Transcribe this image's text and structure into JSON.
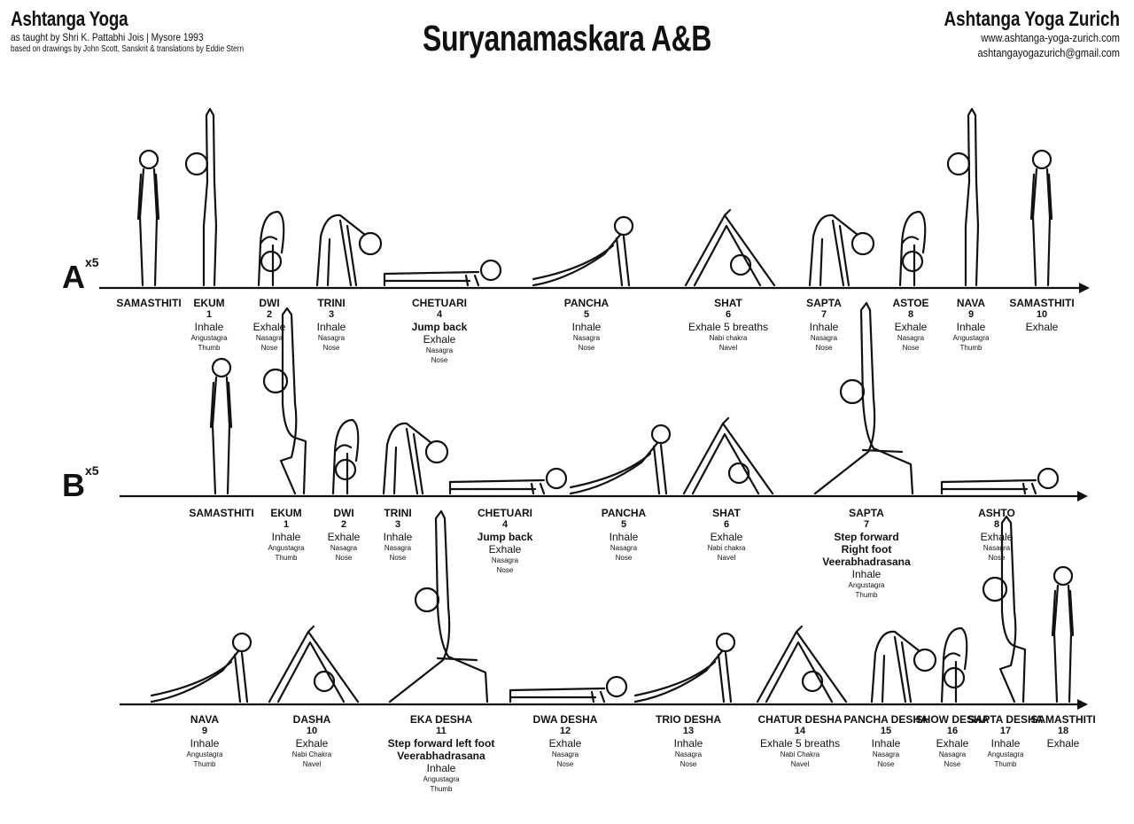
{
  "header": {
    "left_title": "Ashtanga Yoga",
    "left_sub1": "as taught by Shri K. Pattabhi Jois | Mysore 1993",
    "left_sub2": "based on drawings by John Scott, Sanskrit & translations by Eddie Stern",
    "title": "Suryanamaskara A&B",
    "right_title": "Ashtanga Yoga Zurich",
    "right_url": "www.ashtanga-yoga-zurich.com",
    "right_email": "ashtangayogazurich@gmail.com"
  },
  "series_a": {
    "letter": "A",
    "reps": "x5",
    "steps": [
      {
        "name": "SAMASTHITI",
        "pose": "stand"
      },
      {
        "name": "EKUM",
        "num": "1",
        "breath": "Inhale",
        "drishti": "Angustagra",
        "drishti_en": "Thumb",
        "pose": "arms-up"
      },
      {
        "name": "DWI",
        "num": "2",
        "breath": "Exhale",
        "drishti": "Nasagra",
        "drishti_en": "Nose",
        "pose": "fold"
      },
      {
        "name": "TRINI",
        "num": "3",
        "breath": "Inhale",
        "drishti": "Nasagra",
        "drishti_en": "Nose",
        "pose": "half-lift"
      },
      {
        "name": "CHETUARI",
        "num": "4",
        "extra": "Jump back",
        "breath": "Exhale",
        "drishti": "Nasagra",
        "drishti_en": "Nose",
        "pose": "plank"
      },
      {
        "name": "PANCHA",
        "num": "5",
        "breath": "Inhale",
        "drishti": "Nasagra",
        "drishti_en": "Nose",
        "pose": "updog"
      },
      {
        "name": "SHAT",
        "num": "6",
        "breath": "Exhale 5 breaths",
        "drishti": "Nabi chakra",
        "drishti_en": "Navel",
        "pose": "downdog"
      },
      {
        "name": "SAPTA",
        "num": "7",
        "breath": "Inhale",
        "drishti": "Nasagra",
        "drishti_en": "Nose",
        "pose": "half-lift"
      },
      {
        "name": "ASTOE",
        "num": "8",
        "breath": "Exhale",
        "drishti": "Nasagra",
        "drishti_en": "Nose",
        "pose": "fold"
      },
      {
        "name": "NAVA",
        "num": "9",
        "breath": "Inhale",
        "drishti": "Angustagra",
        "drishti_en": "Thumb",
        "pose": "arms-up"
      },
      {
        "name": "SAMASTHITI",
        "num": "10",
        "breath": "Exhale",
        "pose": "stand"
      }
    ]
  },
  "series_b": {
    "letter": "B",
    "reps": "x5",
    "steps": [
      {
        "name": "SAMASTHITI",
        "pose": "stand"
      },
      {
        "name": "EKUM",
        "num": "1",
        "breath": "Inhale",
        "drishti": "Angustagra",
        "drishti_en": "Thumb",
        "pose": "chair"
      },
      {
        "name": "DWI",
        "num": "2",
        "breath": "Exhale",
        "drishti": "Nasagra",
        "drishti_en": "Nose",
        "pose": "fold"
      },
      {
        "name": "TRINI",
        "num": "3",
        "breath": "Inhale",
        "drishti": "Nasagra",
        "drishti_en": "Nose",
        "pose": "half-lift"
      },
      {
        "name": "CHETUARI",
        "num": "4",
        "extra": "Jump back",
        "breath": "Exhale",
        "drishti": "Nasagra",
        "drishti_en": "Nose",
        "pose": "plank"
      },
      {
        "name": "PANCHA",
        "num": "5",
        "breath": "Inhale",
        "drishti": "Nasagra",
        "drishti_en": "Nose",
        "pose": "updog"
      },
      {
        "name": "SHAT",
        "num": "6",
        "breath": "Exhale",
        "drishti": "Nabi chakra",
        "drishti_en": "Navel",
        "pose": "downdog"
      },
      {
        "name": "SAPTA",
        "num": "7",
        "extra": "Step forward",
        "extra2": "Right foot Veerabhadrasana",
        "breath": "Inhale",
        "drishti": "Angustagra",
        "drishti_en": "Thumb",
        "pose": "warrior"
      },
      {
        "name": "ASHTO",
        "num": "8",
        "breath": "Exhale",
        "drishti": "Nasagra",
        "drishti_en": "Nose",
        "pose": "plank"
      }
    ]
  },
  "series_c": {
    "steps": [
      {
        "name": "NAVA",
        "num": "9",
        "breath": "Inhale",
        "drishti": "Angustagra",
        "drishti_en": "Thumb",
        "pose": "updog"
      },
      {
        "name": "DASHA",
        "num": "10",
        "breath": "Exhale",
        "drishti": "Nabi Chakra",
        "drishti_en": "Navel",
        "pose": "downdog"
      },
      {
        "name": "EKA DESHA",
        "num": "11",
        "extra": "Step forward left foot",
        "extra2": "Veerabhadrasana",
        "breath": "Inhale",
        "drishti": "Angustagra",
        "drishti_en": "Thumb",
        "pose": "warrior"
      },
      {
        "name": "DWA DESHA",
        "num": "12",
        "breath": "Exhale",
        "drishti": "Nasagra",
        "drishti_en": "Nose",
        "pose": "plank"
      },
      {
        "name": "TRIO DESHA",
        "num": "13",
        "breath": "Inhale",
        "drishti": "Nasagra",
        "drishti_en": "Nose",
        "pose": "updog"
      },
      {
        "name": "CHATUR DESHA",
        "num": "14",
        "breath": "Exhale 5 breaths",
        "drishti": "Nabi Chakra",
        "drishti_en": "Navel",
        "pose": "downdog"
      },
      {
        "name": "PANCHA DESHA",
        "num": "15",
        "breath": "Inhale",
        "drishti": "Nasagra",
        "drishti_en": "Nose",
        "pose": "half-lift"
      },
      {
        "name": "SHOW DESHA",
        "num": "16",
        "breath": "Exhale",
        "drishti": "Nasagra",
        "drishti_en": "Nose",
        "pose": "fold"
      },
      {
        "name": "SAPTA DESHA",
        "num": "17",
        "breath": "Inhale",
        "drishti": "Angustagra",
        "drishti_en": "Thumb",
        "pose": "chair"
      },
      {
        "name": "SAMASTHITI",
        "num": "18",
        "breath": "Exhale",
        "pose": "stand"
      }
    ]
  }
}
